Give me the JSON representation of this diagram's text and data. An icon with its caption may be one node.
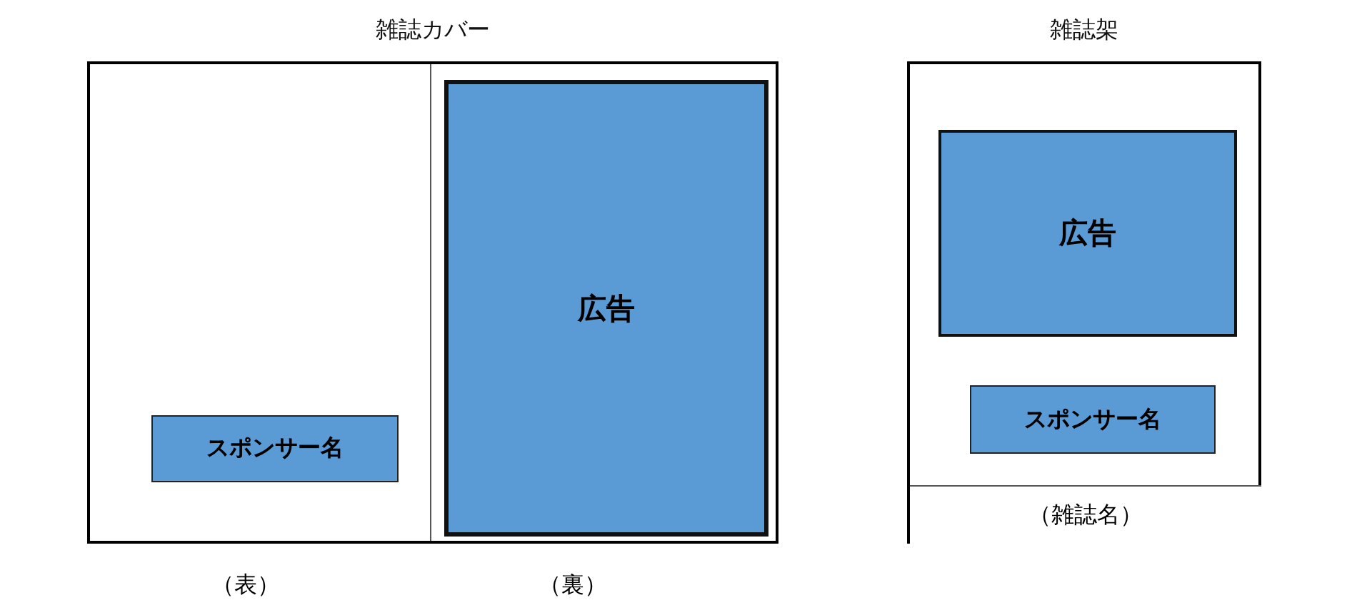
{
  "diagram": {
    "nodes": [
      {
        "text": [
          "雑誌カバー"
        ]
      },
      {
        "text": [
          "スポンサー名"
        ],
        "in": 0
      },
      {
        "text": [
          "広告"
        ],
        "in": 0
      },
      {
        "text": [
          "雑誌架"
        ]
      },
      {
        "text": [
          "広告"
        ],
        "in": 3
      },
      {
        "text": [
          "スポンサー名"
        ],
        "in": 3
      },
      {
        "text": [
          "（雑誌名）"
        ],
        "in": 3
      }
    ],
    "labels": [
      "（表）",
      "（裏）"
    ]
  }
}
